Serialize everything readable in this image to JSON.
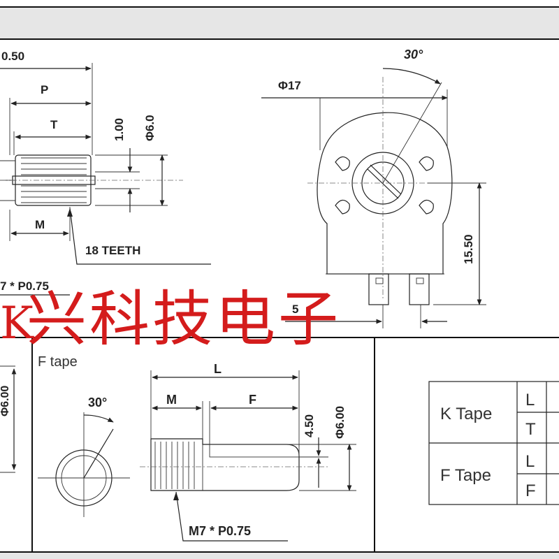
{
  "top_left": {
    "dim_050": "0.50",
    "dim_P": "P",
    "dim_T": "T",
    "dim_100": "1.00",
    "dim_phi60": "Φ6.0",
    "dim_M": "M",
    "teeth": "18 TEETH",
    "thread": "7 * P0.75"
  },
  "top_right": {
    "dim_phi17": "Φ17",
    "angle": "30°",
    "dim_1550": "15.50",
    "dim_5": "5"
  },
  "watermark": "兴科技电子",
  "watermark_fragment": "K",
  "bottom_left": {
    "dim_phi600": "Φ6.00"
  },
  "f_tape": {
    "title": "F tape",
    "angle": "30°",
    "dim_L": "L",
    "dim_M": "M",
    "dim_F": "F",
    "dim_450": "4.50",
    "dim_phi600": "Φ6.00",
    "thread": "M7 * P0.75"
  },
  "tape_table": {
    "rows": [
      {
        "group": "K Tape",
        "subs": [
          "L",
          "T"
        ]
      },
      {
        "group": "F Tape",
        "subs": [
          "L",
          "F"
        ]
      }
    ]
  },
  "colors": {
    "watermark": "#d41c1c",
    "band": "#e6e6e6",
    "line": "#222222"
  }
}
